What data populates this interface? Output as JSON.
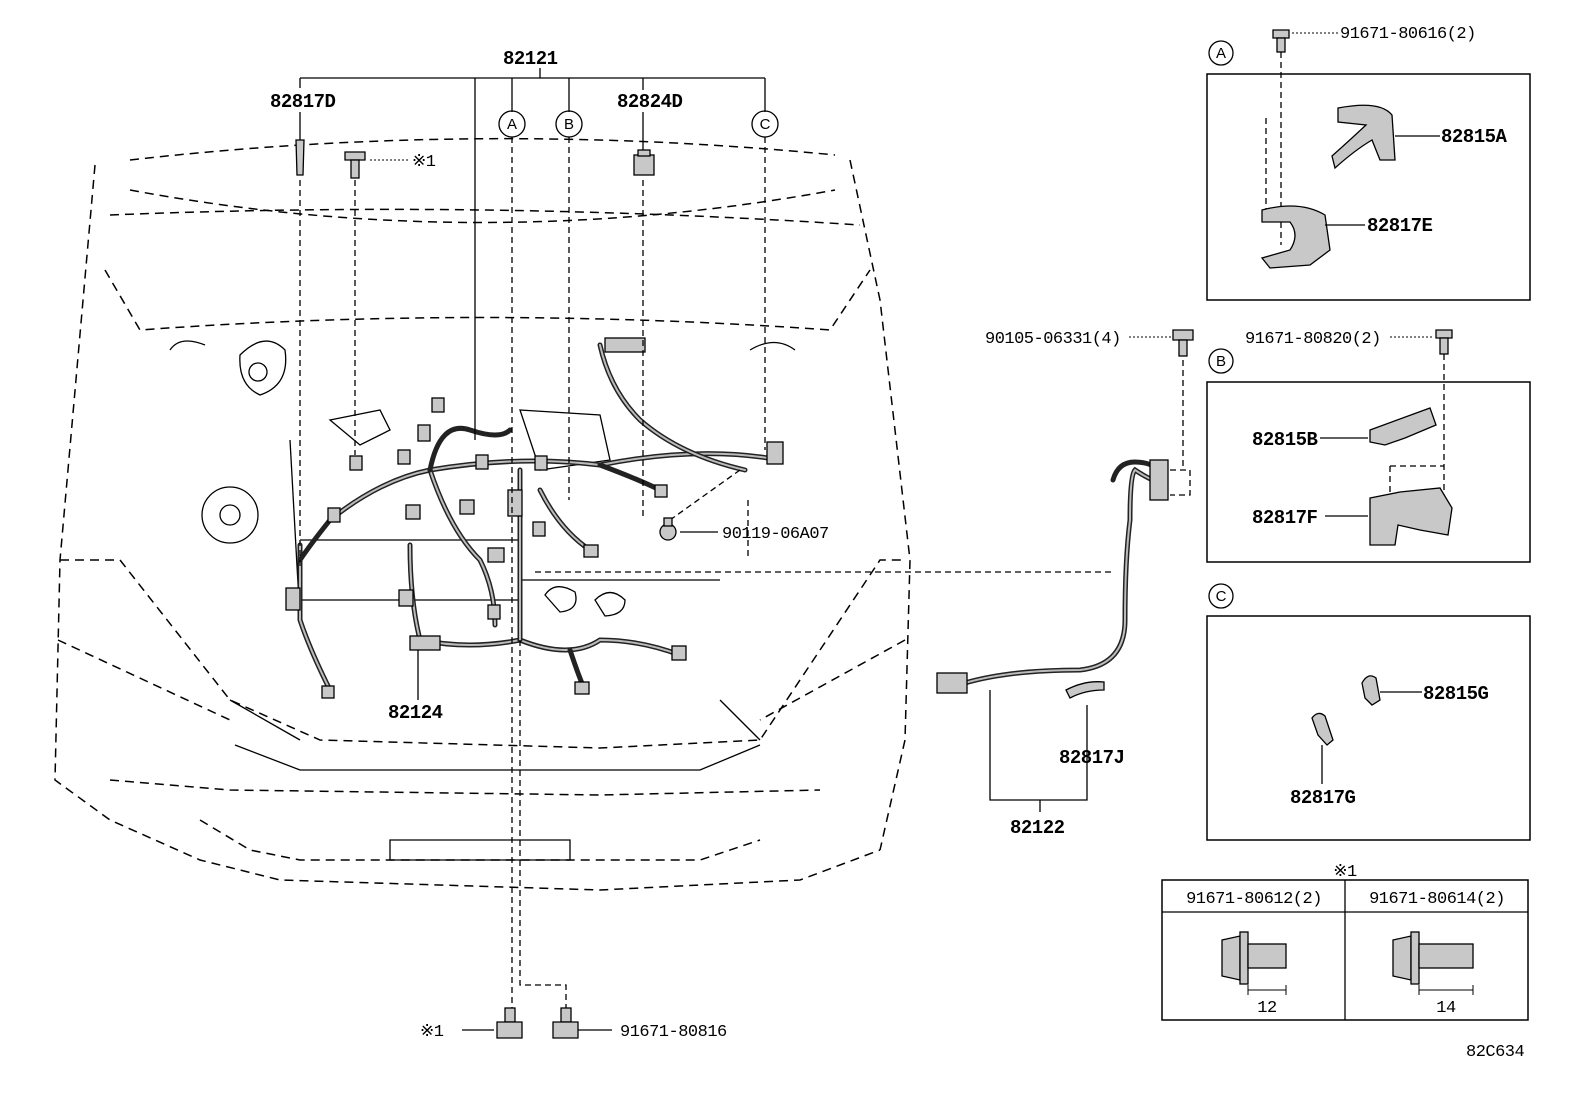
{
  "main_labels": {
    "harness_main": "82121",
    "clip_d": "82817D",
    "conn_d": "82824D",
    "bolt_note_top": "※1",
    "bolt_left": "90119-06A07",
    "harness_sub": "82124",
    "bolt_bottom_note": "※1",
    "bolt_bottom": "91671-80816",
    "bolt_group": "90105-06331(4)",
    "harness_ext": "82122",
    "clip_j": "82817J",
    "ref_code": "82C634"
  },
  "markers": {
    "a": "A",
    "b": "B",
    "c": "C"
  },
  "panel_a": {
    "marker": "A",
    "bolt": "91671-80616(2)",
    "part1": "82815A",
    "part2": "82817E"
  },
  "panel_b": {
    "marker": "B",
    "bolt": "91671-80820(2)",
    "part1": "82815B",
    "part2": "82817F"
  },
  "panel_c": {
    "marker": "C",
    "part1": "82815G",
    "part2": "82817G"
  },
  "bolt_table": {
    "note": "※1",
    "columns": [
      {
        "part": "91671-80612(2)",
        "length": "12"
      },
      {
        "part": "91671-80614(2)",
        "length": "14"
      }
    ]
  }
}
